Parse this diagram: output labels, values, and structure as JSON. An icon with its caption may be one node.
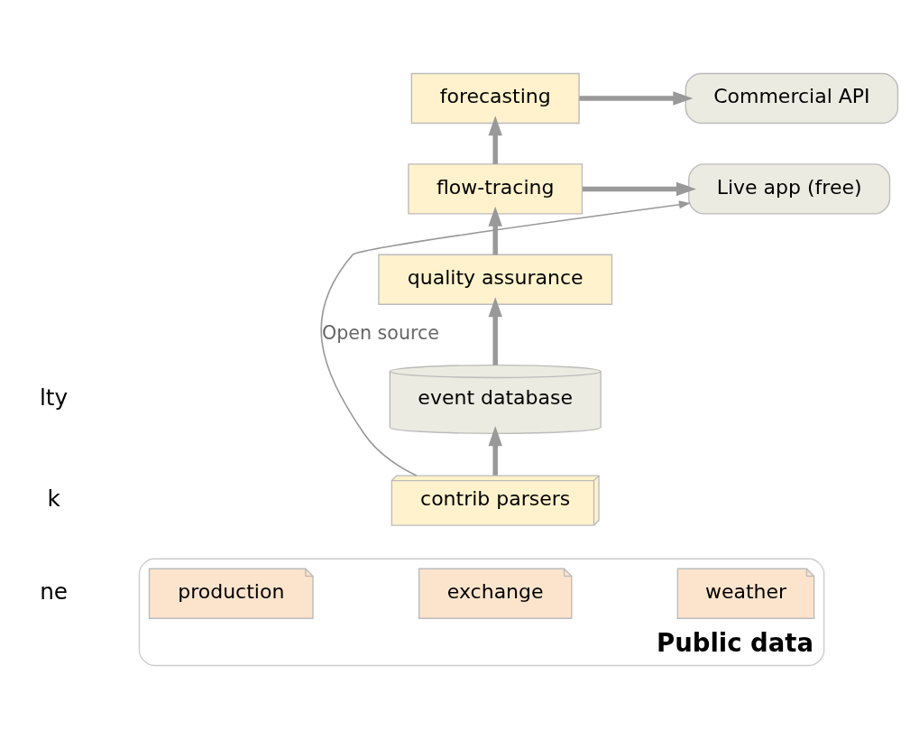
{
  "diagram": {
    "nodes": [
      {
        "text": [
          "forecasting"
        ]
      },
      {
        "text": [
          "Commercial API"
        ]
      },
      {
        "text": [
          "flow-tracing"
        ]
      },
      {
        "text": [
          "Live app (free)"
        ]
      },
      {
        "text": [
          "quality assurance"
        ]
      },
      {
        "text": [
          "event database"
        ]
      },
      {
        "text": [
          "contrib parsers"
        ]
      },
      {
        "text": [
          "Public data"
        ]
      },
      {
        "text": [
          "production"
        ],
        "in": 7
      },
      {
        "text": [
          "exchange"
        ],
        "in": 7
      },
      {
        "text": [
          "weather"
        ],
        "in": 7
      }
    ],
    "edges": [
      {
        "from": 0,
        "to": 1,
        "arrow": "to"
      },
      {
        "from": 2,
        "to": 0,
        "arrow": "to"
      },
      {
        "from": 2,
        "to": 3,
        "arrow": "to"
      },
      {
        "from": 4,
        "to": 2,
        "arrow": "to"
      },
      {
        "from": 5,
        "to": 4,
        "arrow": "to"
      },
      {
        "from": 6,
        "to": 5,
        "arrow": "to"
      },
      {
        "from": 6,
        "to": 3,
        "arrow": "to",
        "label": "Open source"
      }
    ],
    "labels": [
      "lty",
      "k",
      "ne"
    ]
  }
}
